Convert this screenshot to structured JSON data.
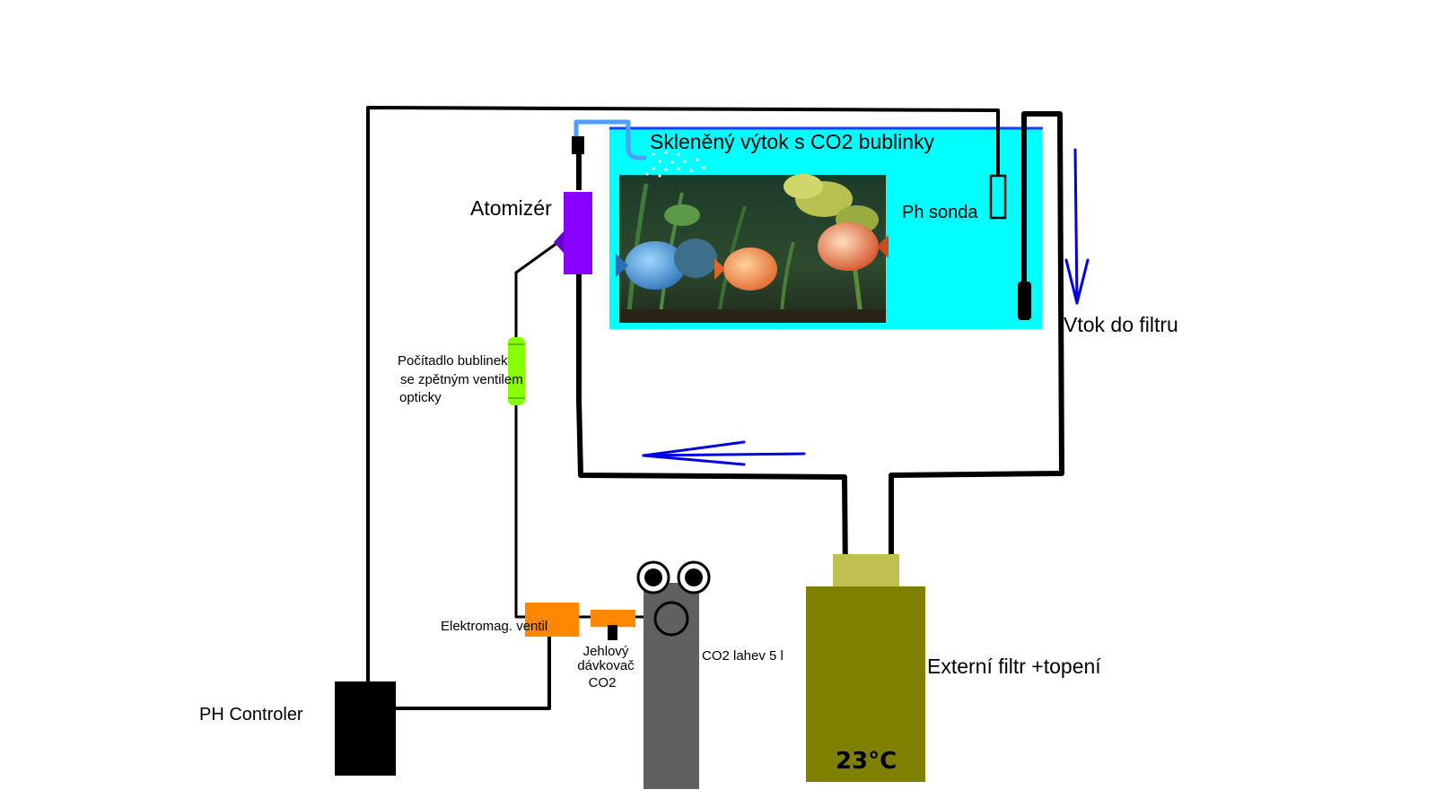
{
  "labels": {
    "outlet": "Skleněný výtok s CO2 bublinky",
    "atomizer": "Atomizér",
    "ph_probe": "Ph sonda",
    "filter_inflow": "Vtok do filtru",
    "bubble_counter_line1": "Počítadlo bublinek",
    "bubble_counter_line2": "se zpětným ventilem",
    "bubble_counter_line3": "opticky",
    "solenoid_valve": "Elektromag. ventil",
    "needle_valve_line1": "Jehlový",
    "needle_valve_line2": "dávkovač",
    "needle_valve_line3": "CO2",
    "co2_bottle": "CO2 lahev 5 l",
    "ph_controller": "PH Controler",
    "external_filter": "Externí filtr +topení",
    "temperature": "23°C"
  },
  "colors": {
    "tank_water": "#00ffff",
    "tube": "#000000",
    "flow_arrow": "#0000e0",
    "outlet_pipe": "#4d9fff",
    "atomizer": "#8800ff",
    "bubble_counter": "#88ff00",
    "valve": "#ff8800",
    "co2_bottle": "#606060",
    "filter_body": "#808000",
    "filter_head": "#c0c050",
    "controller": "#000000"
  }
}
